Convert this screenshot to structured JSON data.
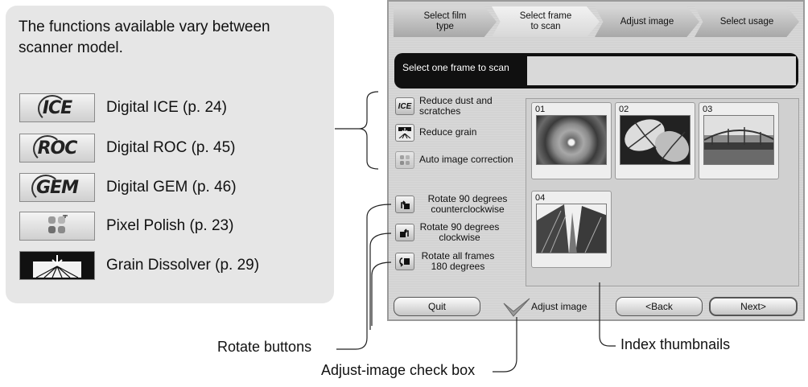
{
  "info_panel": {
    "text": "The functions available vary between scanner model.",
    "features": [
      {
        "icon": "ice-icon",
        "logo": "ICE",
        "label": "Digital ICE (p. 24)"
      },
      {
        "icon": "roc-icon",
        "logo": "ROC",
        "label": "Digital ROC (p. 45)"
      },
      {
        "icon": "gem-icon",
        "logo": "GEM",
        "label": "Digital GEM (p. 46)"
      },
      {
        "icon": "pixel-polish-icon",
        "logo": "",
        "label": "Pixel Polish (p. 23)"
      },
      {
        "icon": "grain-dissolver-icon",
        "logo": "",
        "label": "Grain Dissolver (p. 29)"
      }
    ]
  },
  "wizard": {
    "steps": [
      {
        "label": "Select film type",
        "active": false
      },
      {
        "label": "Select frame to scan",
        "active": true
      },
      {
        "label": "Adjust image",
        "active": false
      },
      {
        "label": "Select usage",
        "active": false
      }
    ],
    "message": "Select one frame to scan",
    "tools": [
      {
        "name": "reduce-dust-button",
        "icon": "ice-icon",
        "label": "Reduce dust and scratches"
      },
      {
        "name": "reduce-grain-button",
        "icon": "grain-icon",
        "label": "Reduce grain"
      },
      {
        "name": "auto-correction-button",
        "icon": "pixel-polish-icon",
        "label": "Auto image correction"
      }
    ],
    "rotate": [
      {
        "name": "rotate-ccw-button",
        "icon": "rotate-ccw-icon",
        "label": "Rotate 90 degrees counterclockwise"
      },
      {
        "name": "rotate-cw-button",
        "icon": "rotate-cw-icon",
        "label": "Rotate 90 degrees clockwise"
      },
      {
        "name": "rotate-180-button",
        "icon": "rotate-180-icon",
        "label": "Rotate all frames 180 degrees"
      }
    ],
    "thumbnails": [
      {
        "num": "01",
        "subject": "flower"
      },
      {
        "num": "02",
        "subject": "leaves"
      },
      {
        "num": "03",
        "subject": "bridge"
      },
      {
        "num": "04",
        "subject": "skyscrapers"
      }
    ],
    "buttons": {
      "quit": "Quit",
      "adjust_image": "Adjust image",
      "back": "<Back",
      "next": "Next>"
    }
  },
  "callouts": {
    "rotate_buttons": "Rotate buttons",
    "index_thumbnails": "Index thumbnails",
    "adjust_check": "Adjust-image check box"
  }
}
